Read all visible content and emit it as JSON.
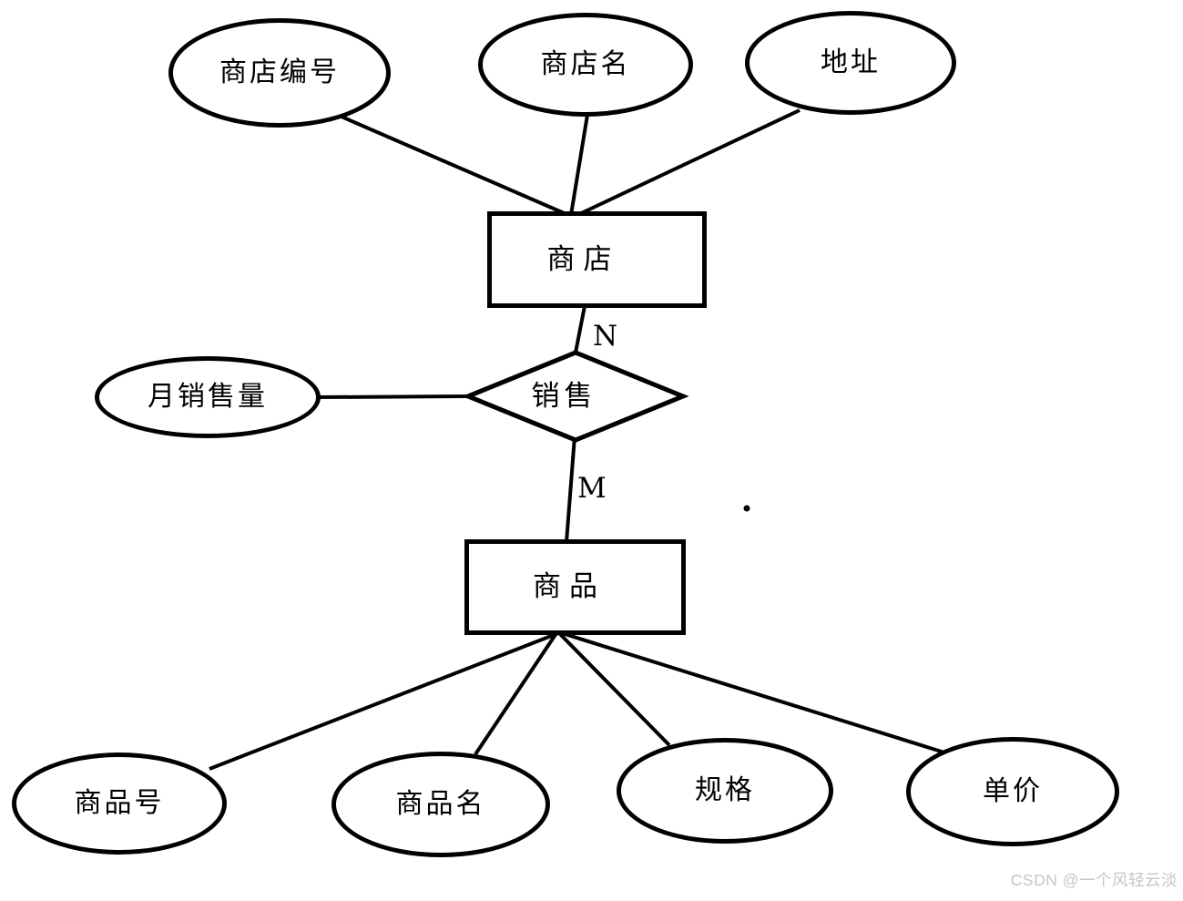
{
  "diagram": {
    "type": "er-diagram",
    "entities": {
      "store": {
        "label": "商店"
      },
      "product": {
        "label": "商品"
      }
    },
    "relationship": {
      "sales": {
        "label": "销售",
        "cardinality_store": "N",
        "cardinality_product": "M"
      }
    },
    "attributes": {
      "store_no": {
        "label": "商店编号",
        "attached_to": "store"
      },
      "store_name": {
        "label": "商店名",
        "attached_to": "store"
      },
      "address": {
        "label": "地址",
        "attached_to": "store"
      },
      "monthly_sales": {
        "label": "月销售量",
        "attached_to": "sales"
      },
      "product_no": {
        "label": "商品号",
        "attached_to": "product"
      },
      "product_name": {
        "label": "商品名",
        "attached_to": "product"
      },
      "spec": {
        "label": "规格",
        "attached_to": "product"
      },
      "unit_price": {
        "label": "单价",
        "attached_to": "product"
      }
    },
    "colors": {
      "stroke": "#000000",
      "background": "#ffffff",
      "watermark_text": "#c5c5c5"
    }
  },
  "watermark": "CSDN @一个风轻云淡"
}
